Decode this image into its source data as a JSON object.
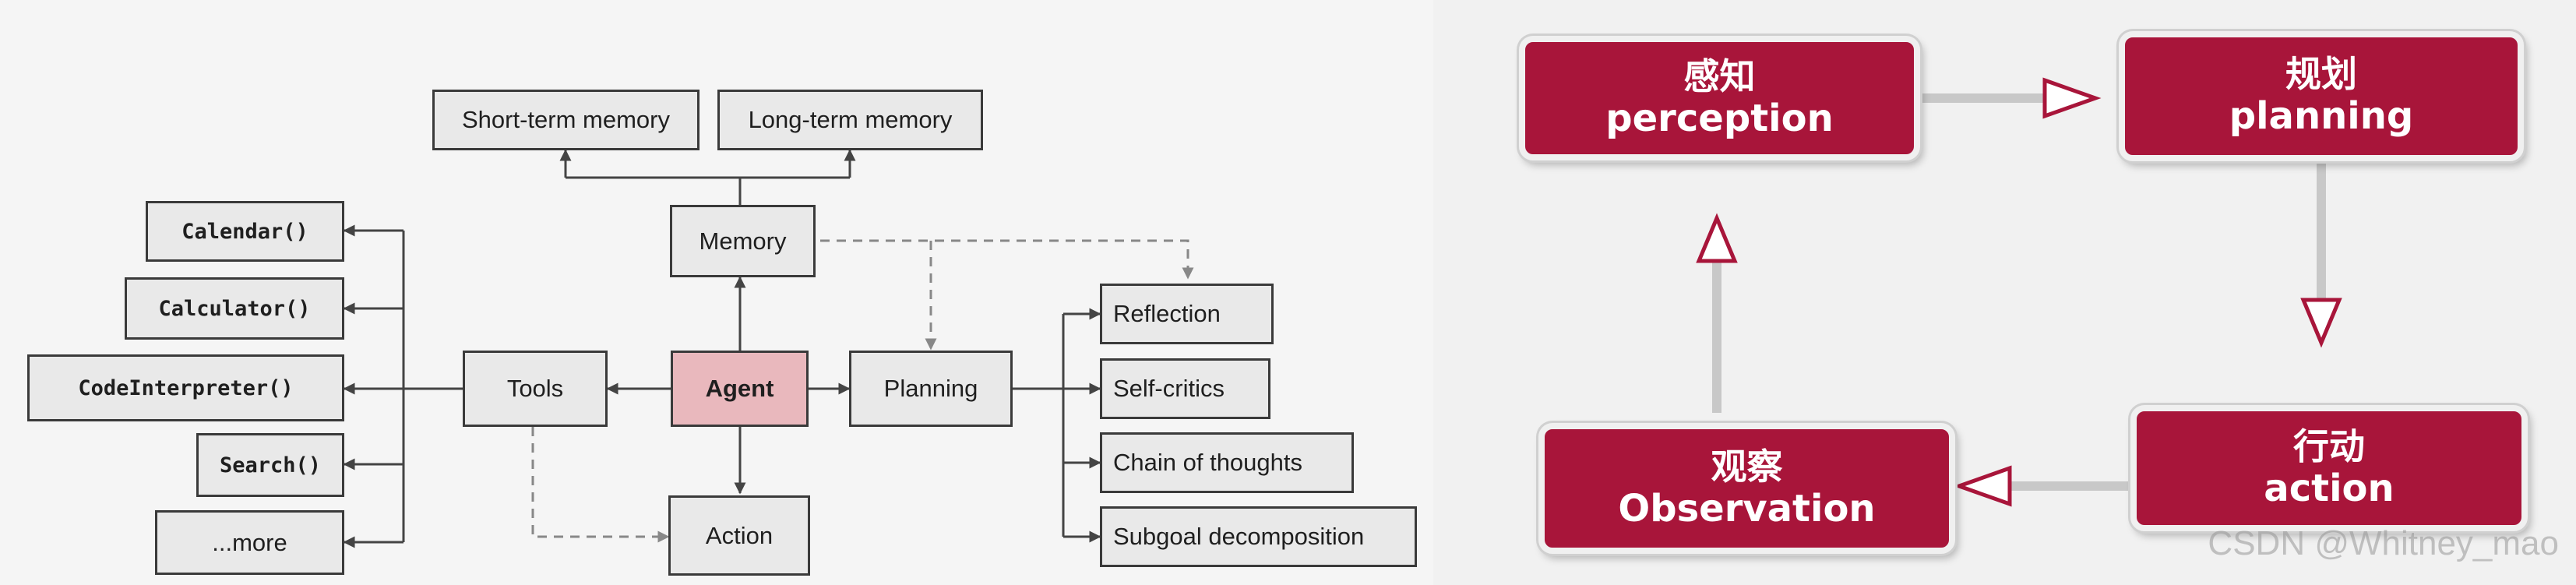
{
  "left_diagram": {
    "memory_types": [
      "Short-term memory",
      "Long-term memory"
    ],
    "memory": "Memory",
    "agent": "Agent",
    "tools": "Tools",
    "planning": "Planning",
    "action": "Action",
    "tool_list": [
      "Calendar()",
      "Calculator()",
      "CodeInterpreter()",
      "Search()",
      "...more"
    ],
    "planning_list": [
      "Reflection",
      "Self-critics",
      "Chain of thoughts",
      "Subgoal decomposition"
    ]
  },
  "right_diagram": {
    "perception": {
      "zh": "感知",
      "en": "perception"
    },
    "planning": {
      "zh": "规划",
      "en": "planning"
    },
    "action": {
      "zh": "行动",
      "en": "action"
    },
    "observation": {
      "zh": "观察",
      "en": "Observation"
    },
    "accent_color": "#a8153a"
  },
  "watermark": "CSDN @Whitney_mao"
}
